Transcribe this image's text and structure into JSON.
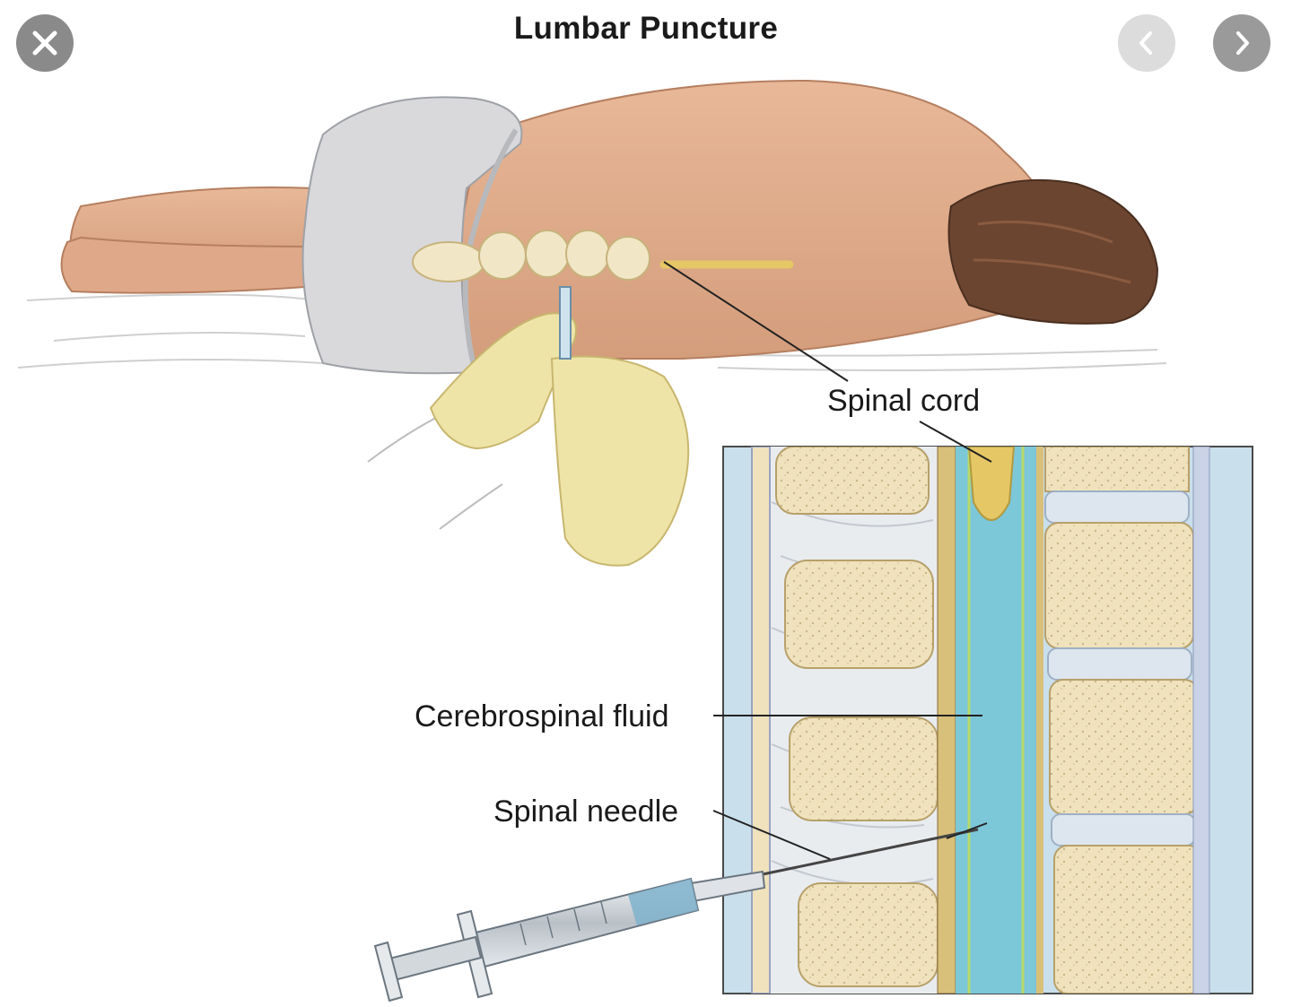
{
  "viewer": {
    "close_icon": "close-icon",
    "prev_icon": "chevron-left-icon",
    "next_icon": "chevron-right-icon"
  },
  "figure": {
    "title": "Lumbar Puncture",
    "labels": {
      "spinal_cord": "Spinal cord",
      "cerebrospinal_fluid": "Cerebrospinal fluid",
      "spinal_needle": "Spinal needle"
    }
  },
  "colors": {
    "skin": "#e8b898",
    "skin_shadow": "#c98f6e",
    "hair": "#6b4530",
    "underwear": "#d9d9dc",
    "glove": "#efe4a8",
    "bone": "#efe2bc",
    "disc": "#dde6ee",
    "csf": "#7cc7d8",
    "cord": "#e6c765",
    "inset_bg": "#c9e0ec",
    "ligament": "#e9ecef"
  }
}
